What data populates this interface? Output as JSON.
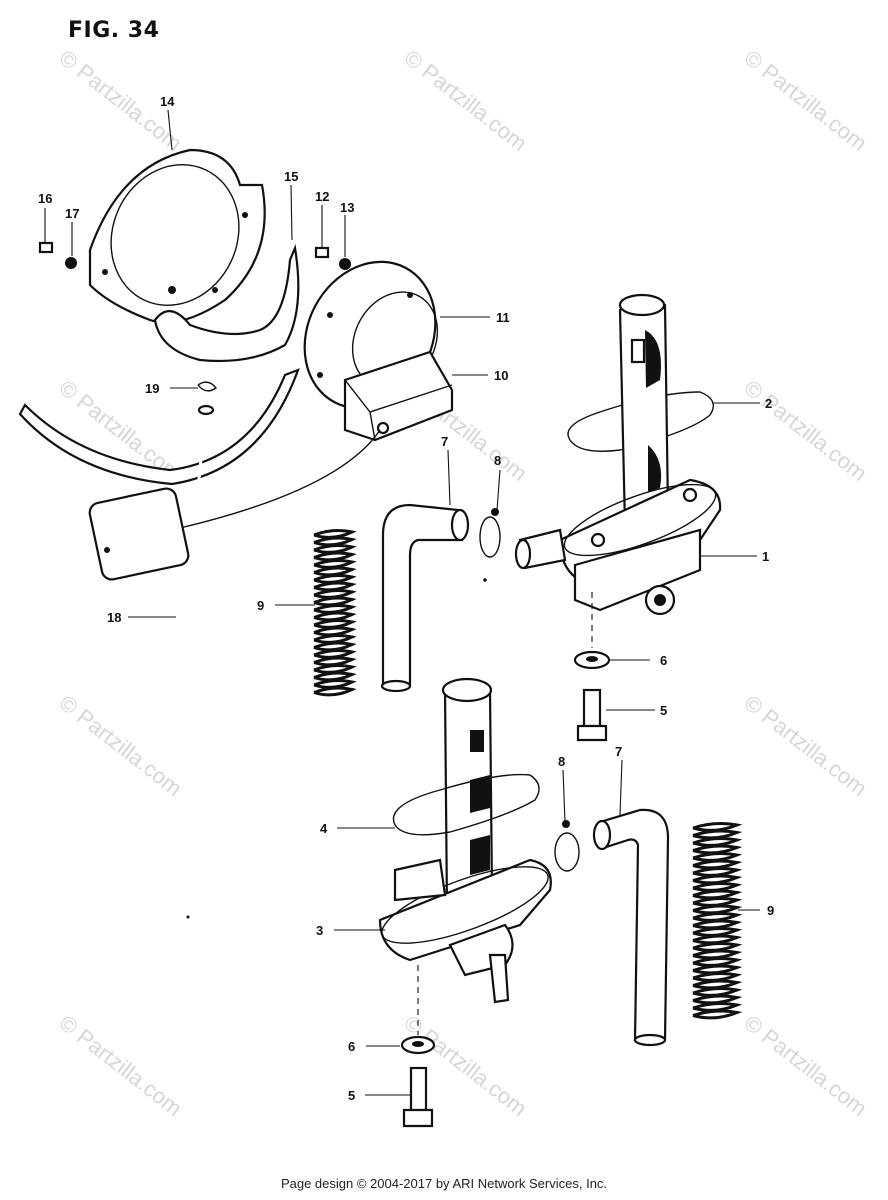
{
  "figure": {
    "title": "FIG. 34"
  },
  "watermark": {
    "text": "© Partzilla.com"
  },
  "footer": {
    "text": "Page design © 2004-2017 by ARI Network Services, Inc."
  },
  "callouts": {
    "c1": "1",
    "c2": "2",
    "c3": "3",
    "c4": "4",
    "c5a": "5",
    "c5b": "5",
    "c6a": "6",
    "c6b": "6",
    "c7a": "7",
    "c7b": "7",
    "c8a": "8",
    "c8b": "8",
    "c9a": "9",
    "c9b": "9",
    "c10": "10",
    "c11": "11",
    "c12": "12",
    "c13": "13",
    "c14": "14",
    "c15": "15",
    "c16": "16",
    "c17": "17",
    "c18": "18",
    "c19": "19"
  }
}
